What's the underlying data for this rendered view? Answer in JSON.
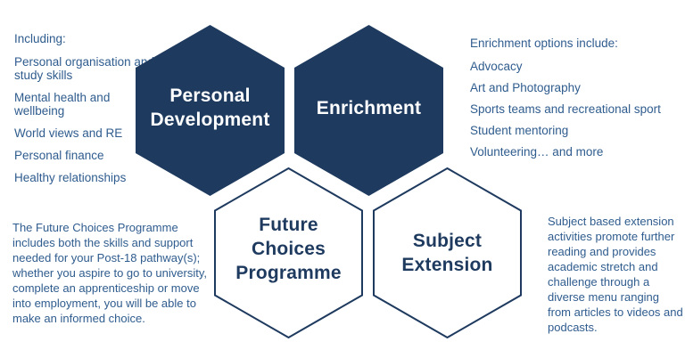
{
  "colors": {
    "hexagon_fill_navy": "#1e3a5f",
    "hexagon_outline_navy": "#1e3a5f",
    "title_text_light": "#ffffff",
    "title_text_navy": "#1e3a5f",
    "body_text_blue": "#2f5c8e",
    "background": "#ffffff"
  },
  "hexagons": [
    {
      "name": "personal-development",
      "style": "filled",
      "lines": [
        "Personal",
        "Development"
      ]
    },
    {
      "name": "enrichment",
      "style": "filled",
      "lines": [
        "Enrichment"
      ]
    },
    {
      "name": "future-choices-programme",
      "style": "outlined",
      "lines": [
        "Future",
        "Choices",
        "Programme"
      ]
    },
    {
      "name": "subject-extension",
      "style": "outlined",
      "lines": [
        "Subject",
        "Extension"
      ]
    }
  ],
  "left_list": {
    "heading": "Including:",
    "items": [
      "Personal organisation and study skills",
      "Mental health and wellbeing",
      "World views and RE",
      "Personal finance",
      "Healthy relationships"
    ]
  },
  "right_list": {
    "heading": "Enrichment options include:",
    "items": [
      "Advocacy",
      "Art and Photography",
      "Sports teams and recreational sport",
      "Student mentoring",
      "Volunteering… and more"
    ]
  },
  "left_paragraph": "The Future Choices Programme includes both the skills and support needed for your Post-18 pathway(s); whether you aspire to go to university, complete an apprenticeship or move into employment, you will be able to make an informed choice.",
  "right_paragraph": "Subject based extension activities promote further reading and provides academic stretch and challenge through a diverse menu ranging from articles to videos and podcasts."
}
